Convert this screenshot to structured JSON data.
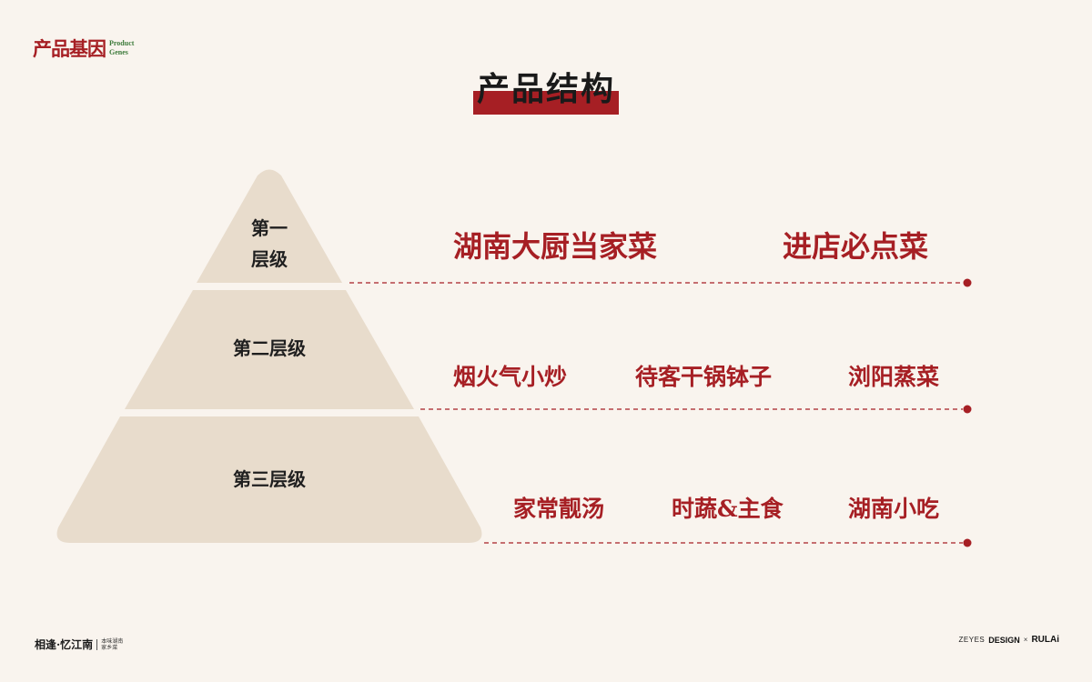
{
  "header": {
    "corner_title": "产品基因",
    "corner_en_line1": "Product",
    "corner_en_line2": "Genes",
    "page_title": "产品结构"
  },
  "tiers": [
    {
      "label_line1": "第一",
      "label_line2": "层级",
      "items": [
        "湖南大厨当家菜",
        "进店必点菜"
      ]
    },
    {
      "label": "第二层级",
      "items": [
        "烟火气小炒",
        "待客干锅钵子",
        "浏阳蒸菜"
      ]
    },
    {
      "label": "第三层级",
      "items": [
        "家常靓汤",
        "时蔬&主食",
        "湖南小吃"
      ]
    }
  ],
  "footer": {
    "left_brand": "相逢·忆江南",
    "left_tag_line1": "本味湖南",
    "left_tag_line2": "家乡菜",
    "right_brand_a": "ZEYES",
    "right_brand_b": "DESIGN",
    "right_sep": "×",
    "right_brand_c": "RULAi"
  },
  "colors": {
    "accent": "#a61f24",
    "pyramid": "#e8dccc",
    "background": "#f9f4ee"
  }
}
